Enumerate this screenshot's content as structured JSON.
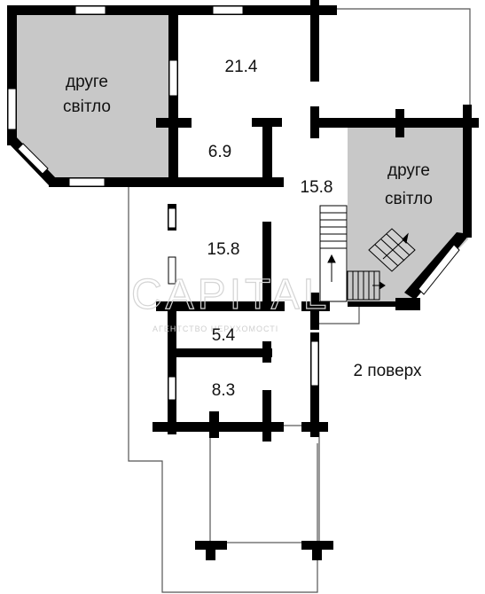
{
  "plan": {
    "floor_label": "2 поверх",
    "rooms": [
      {
        "id": "second-light-left",
        "line1": "друге",
        "line2": "світло"
      },
      {
        "id": "room-top",
        "area": "21.4"
      },
      {
        "id": "room-small",
        "area": "6.9"
      },
      {
        "id": "hall",
        "area": "15.8"
      },
      {
        "id": "second-light-right",
        "line1": "друге",
        "line2": "світло"
      },
      {
        "id": "room-mid",
        "area": "15.8"
      },
      {
        "id": "room-bath",
        "area": "5.4"
      },
      {
        "id": "room-bottom",
        "area": "8.3"
      }
    ],
    "watermark": {
      "brand": "CAPITAL",
      "sub": "АГЕНТСТВО НЕРУХОМОСТІ"
    }
  },
  "colors": {
    "wall": "#000000",
    "shaded": "#c8c8c8",
    "background": "#ffffff",
    "outline": "#555555"
  }
}
